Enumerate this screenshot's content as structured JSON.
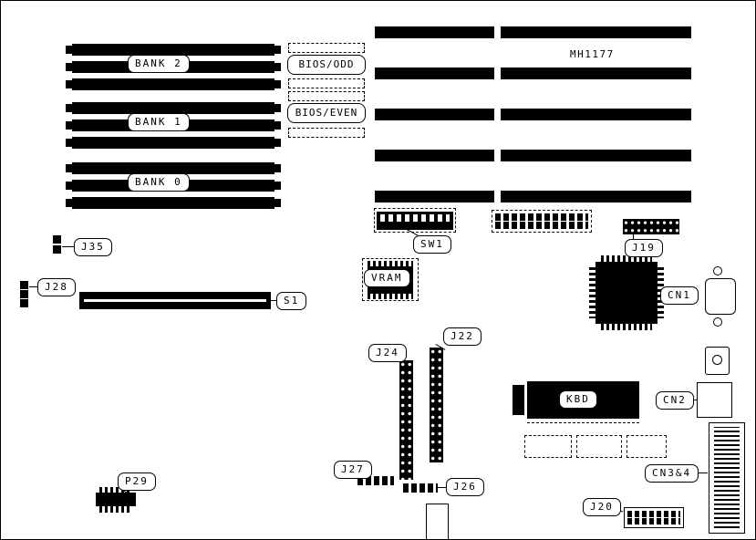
{
  "diagram": {
    "board_label": "MH1177",
    "memory_banks": {
      "bank2": "BANK 2",
      "bank1": "BANK 1",
      "bank0": "BANK 0"
    },
    "bios": {
      "odd": "BIOS/ODD",
      "even": "BIOS/EVEN"
    },
    "connectors": {
      "sw1": "SW1",
      "j19": "J19",
      "j35": "J35",
      "j28": "J28",
      "s1": "S1",
      "vram": "VRAM",
      "j24": "J24",
      "j22": "J22",
      "cn1": "CN1",
      "kbd": "KBD",
      "cn2": "CN2",
      "j27": "J27",
      "j26": "J26",
      "cn3_4": "CN3&4",
      "p29": "P29",
      "j20": "J20"
    }
  }
}
